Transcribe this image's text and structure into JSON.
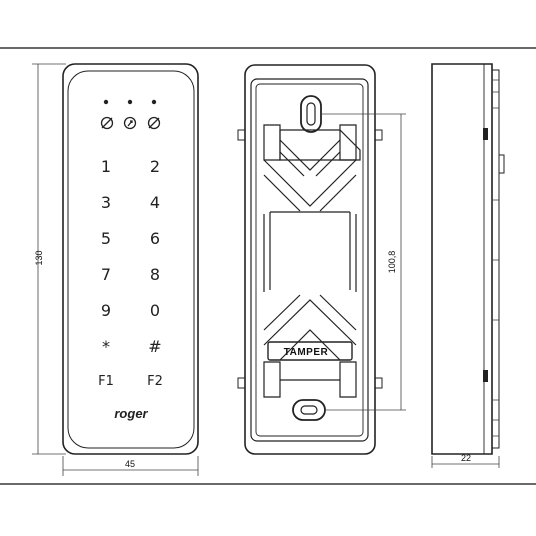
{
  "front_view": {
    "keys": [
      {
        "label": "1",
        "name": "key-1"
      },
      {
        "label": "2",
        "name": "key-2"
      },
      {
        "label": "3",
        "name": "key-3"
      },
      {
        "label": "4",
        "name": "key-4"
      },
      {
        "label": "5",
        "name": "key-5"
      },
      {
        "label": "6",
        "name": "key-6"
      },
      {
        "label": "7",
        "name": "key-7"
      },
      {
        "label": "8",
        "name": "key-8"
      },
      {
        "label": "9",
        "name": "key-9"
      },
      {
        "label": "0",
        "name": "key-0"
      },
      {
        "label": "*",
        "name": "key-star"
      },
      {
        "label": "#",
        "name": "key-hash"
      }
    ],
    "function_keys": [
      {
        "label": "F1",
        "name": "key-f1"
      },
      {
        "label": "F2",
        "name": "key-f2"
      }
    ],
    "brand": "roger",
    "status_icons": [
      "led-icon",
      "led-icon",
      "led-icon"
    ]
  },
  "back_view": {
    "tamper_label": "TAMPER"
  },
  "dimensions": {
    "height": "130",
    "width": "45",
    "hole_spacing": "100,8",
    "depth": "22"
  }
}
